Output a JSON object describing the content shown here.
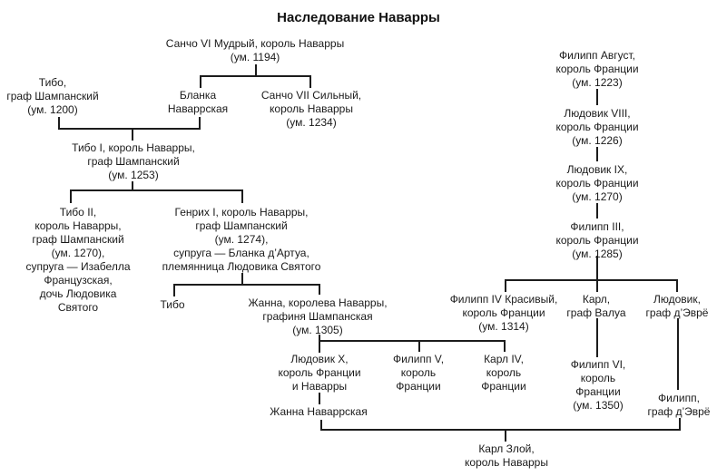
{
  "title": "Наследование Наварры",
  "colors": {
    "background": "#ffffff",
    "text": "#1a1a1a",
    "line": "#1c1c1c"
  },
  "tree": {
    "sancho6": {
      "lines": [
        "Санчо VI Мудрый, король Наварры",
        "(ум. 1194)"
      ]
    },
    "tibo_graf": {
      "lines": [
        "Тибо,",
        "граф Шампанский",
        "(ум. 1200)"
      ]
    },
    "blanka": {
      "lines": [
        "Бланка",
        "Наваррская"
      ]
    },
    "sancho7": {
      "lines": [
        "Санчо VII Сильный,",
        "король Наварры",
        "(ум. 1234)"
      ]
    },
    "tibo1": {
      "lines": [
        "Тибо I, король Наварры,",
        "граф Шампанский",
        "(ум. 1253)"
      ]
    },
    "tibo2": {
      "lines": [
        "Тибо II,",
        "король Наварры,",
        "граф Шампанский",
        "(ум. 1270),",
        "супруга — Изабелла",
        "Французская,",
        "дочь Людовика",
        "Святого"
      ]
    },
    "genrih1": {
      "lines": [
        "Генрих I, король Наварры,",
        "граф Шампанский",
        "(ум. 1274),",
        "супруга — Бланка д’Артуа,",
        "племянница Людовика Святого"
      ]
    },
    "tibo_son": {
      "lines": [
        "Тибо"
      ]
    },
    "zhanna": {
      "lines": [
        "Жанна, королева Наварры,",
        "графиня Шампанская",
        "(ум. 1305)"
      ]
    },
    "philipp_avgust": {
      "lines": [
        "Филипп Август,",
        "король Франции",
        "(ум. 1223)"
      ]
    },
    "ludovik8": {
      "lines": [
        "Людовик VIII,",
        "король Франции",
        "(ум. 1226)"
      ]
    },
    "ludovik9": {
      "lines": [
        "Людовик IX,",
        "король Франции",
        "(ум. 1270)"
      ]
    },
    "philipp3": {
      "lines": [
        "Филипп III,",
        "король Франции",
        "(ум. 1285)"
      ]
    },
    "philipp4": {
      "lines": [
        "Филипп IV Красивый,",
        "король Франции",
        "(ум. 1314)"
      ]
    },
    "karl_valua": {
      "lines": [
        "Карл,",
        "граф Валуа"
      ]
    },
    "ludovik_evre": {
      "lines": [
        "Людовик,",
        "граф д’Эврё"
      ]
    },
    "ludovik10": {
      "lines": [
        "Людовик X,",
        "король Франции",
        "и Наварры"
      ]
    },
    "philipp5": {
      "lines": [
        "Филипп V,",
        "король",
        "Франции"
      ]
    },
    "karl4": {
      "lines": [
        "Карл IV,",
        "король",
        "Франции"
      ]
    },
    "philipp6": {
      "lines": [
        "Филипп VI,",
        "король",
        "Франции",
        "(ум. 1350)"
      ]
    },
    "philipp_evre": {
      "lines": [
        "Филипп,",
        "граф д’Эврё"
      ]
    },
    "zhanna_nav": {
      "lines": [
        "Жанна Наваррская"
      ]
    },
    "karl_zloy": {
      "lines": [
        "Карл Злой,",
        "король Наварры"
      ]
    }
  }
}
